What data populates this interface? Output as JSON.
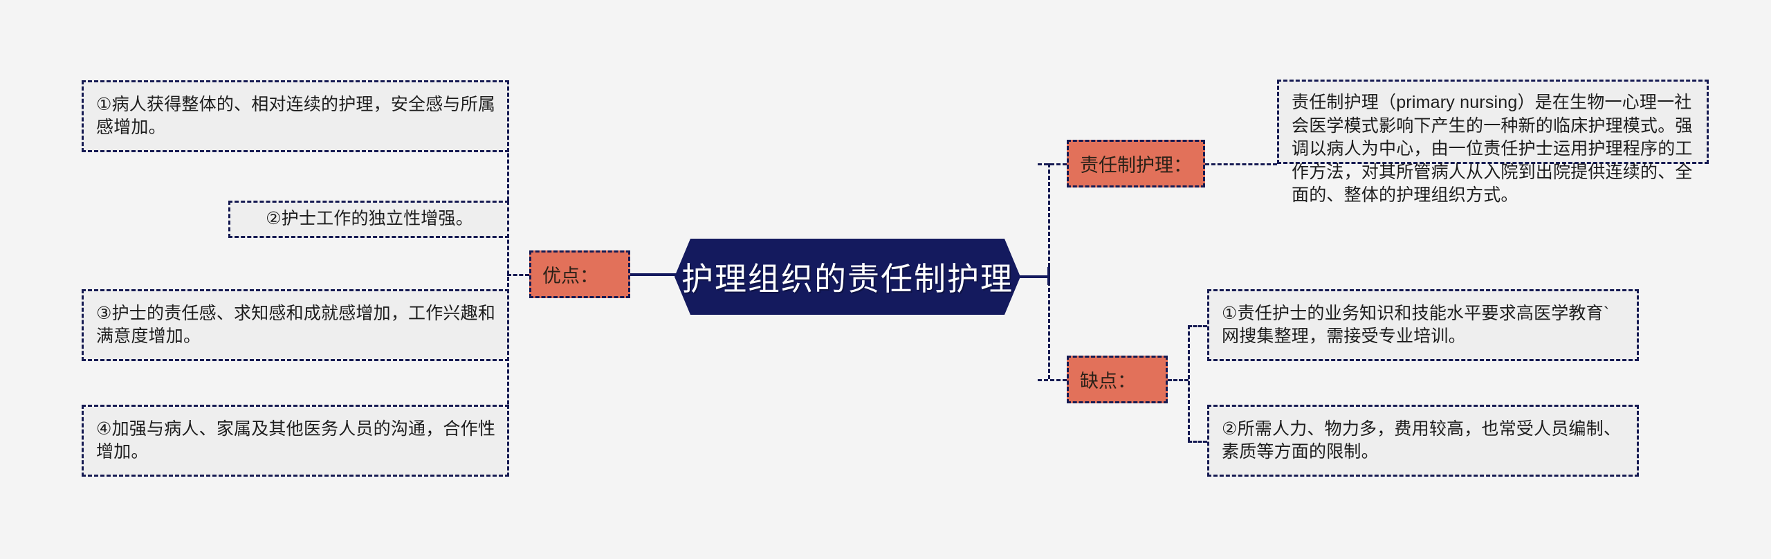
{
  "diagram": {
    "title": "护理组织的责任制护理",
    "type": "mindmap",
    "colors": {
      "center_fill": "#141a5e",
      "center_text": "#ffffff",
      "category_fill": "#e2715a",
      "leaf_fill": "#eeeeee",
      "stroke": "#151a52",
      "background": "#f4f4f4"
    },
    "branches": {
      "left": {
        "category": "优点：",
        "items": [
          "①病人获得整体的、相对连续的护理，安全感与所属感增加。",
          "②护士工作的独立性增强。",
          "③护士的责任感、求知感和成就感增加，工作兴趣和满意度增加。",
          "④加强与病人、家属及其他医务人员的沟通，合作性增加。"
        ]
      },
      "right": {
        "definition_category": "责任制护理：",
        "definition": "责任制护理（primary nursing）是在生物一心理一社会医学模式影响下产生的一种新的临床护理模式。强调以病人为中心，由一位责任护士运用护理程序的工作方法，对其所管病人从入院到出院提供连续的、全面的、整体的护理组织方式。",
        "drawback_category": "缺点：",
        "drawbacks": [
          "①责任护士的业务知识和技能水平要求高医学教育`网搜集整理，需接受专业培训。",
          "②所需人力、物力多，费用较高，也常受人员编制、素质等方面的限制。"
        ]
      }
    }
  }
}
